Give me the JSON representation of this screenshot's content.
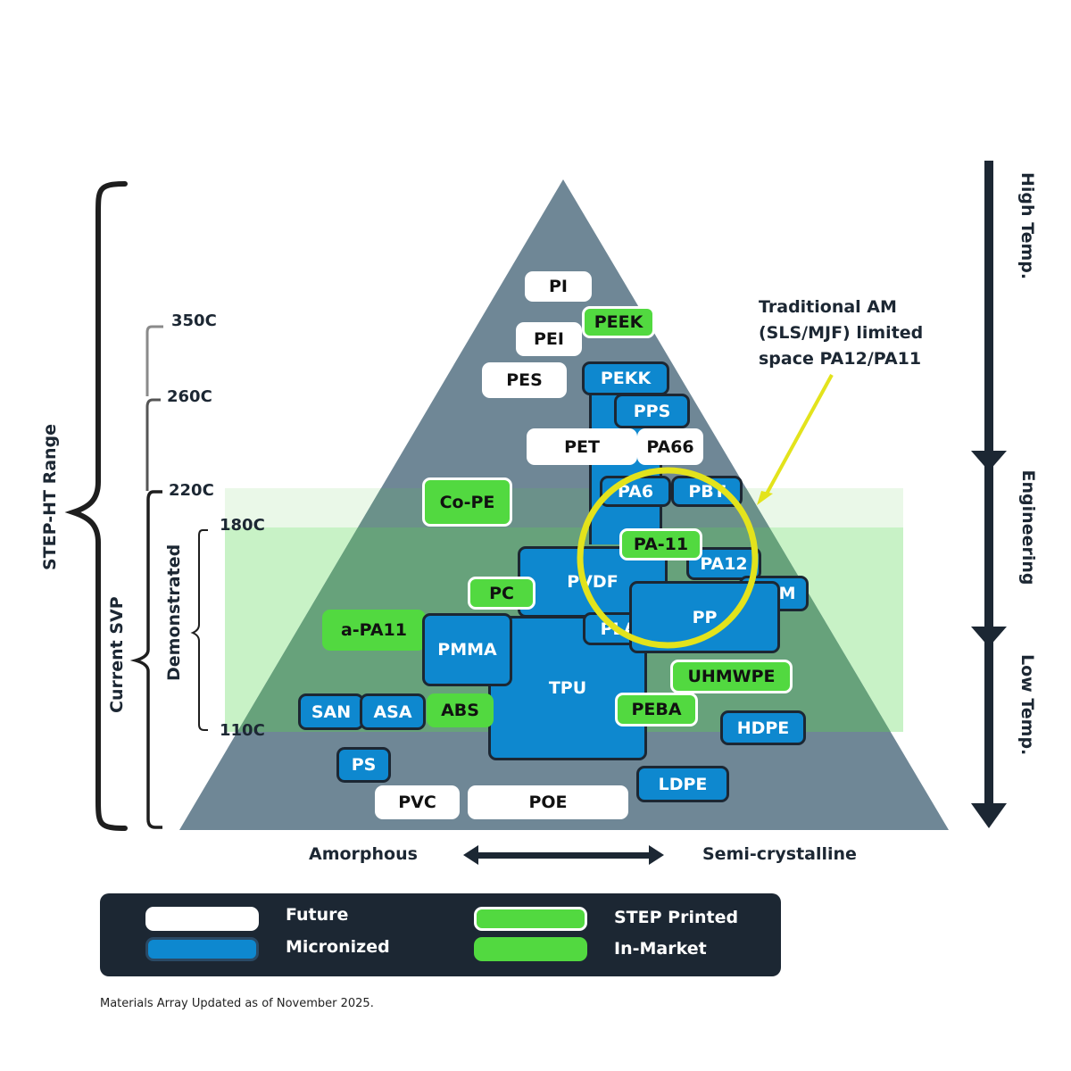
{
  "diagram": {
    "title": "Materials Array",
    "colors": {
      "pyramid": "#6f8796",
      "band_demonstrated": "#c8f2c6",
      "band_svp": "#eaf8e8",
      "future": "#ffffff",
      "micronized": "#0e88cf",
      "green": "#52d940",
      "outline_dark": "#1c2733",
      "highlight": "#e3e31c"
    },
    "temperature_marks": [
      "350C",
      "260C",
      "220C",
      "180C",
      "110C"
    ],
    "ranges": {
      "step_ht": "STEP-HT Range",
      "current_svp": "Current SVP",
      "demonstrated": "Demonstrated"
    },
    "right_axis": {
      "high": "High Temp.",
      "engineering": "Engineering",
      "low": "Low Temp."
    },
    "bottom_axis": {
      "left": "Amorphous",
      "right": "Semi-crystalline"
    },
    "annotation": {
      "line1": "Traditional AM",
      "line2": "(SLS/MJF) limited",
      "line3": "space PA12/PA11"
    },
    "materials": [
      {
        "name": "PI",
        "status": "future"
      },
      {
        "name": "PEEK",
        "status": "printed"
      },
      {
        "name": "PEI",
        "status": "future"
      },
      {
        "name": "PES",
        "status": "future"
      },
      {
        "name": "PEKK",
        "status": "micro"
      },
      {
        "name": "PPS",
        "status": "micro"
      },
      {
        "name": "PET",
        "status": "future"
      },
      {
        "name": "PA66",
        "status": "future"
      },
      {
        "name": "PA6",
        "status": "micro"
      },
      {
        "name": "PBT",
        "status": "micro"
      },
      {
        "name": "Co-PE",
        "status": "printed"
      },
      {
        "name": "PA-11",
        "status": "printed"
      },
      {
        "name": "PVDF",
        "status": "micro"
      },
      {
        "name": "PA12",
        "status": "micro"
      },
      {
        "name": "POM",
        "status": "micro"
      },
      {
        "name": "PC",
        "status": "printed"
      },
      {
        "name": "PP",
        "status": "micro"
      },
      {
        "name": "PLA",
        "status": "micro"
      },
      {
        "name": "a-PA11",
        "status": "market"
      },
      {
        "name": "PMMA",
        "status": "micro"
      },
      {
        "name": "TPU",
        "status": "micro"
      },
      {
        "name": "UHMWPE",
        "status": "printed"
      },
      {
        "name": "SAN",
        "status": "micro"
      },
      {
        "name": "ASA",
        "status": "micro"
      },
      {
        "name": "ABS",
        "status": "market"
      },
      {
        "name": "PEBA",
        "status": "printed"
      },
      {
        "name": "HDPE",
        "status": "micro"
      },
      {
        "name": "PS",
        "status": "micro"
      },
      {
        "name": "LDPE",
        "status": "micro"
      },
      {
        "name": "PVC",
        "status": "future"
      },
      {
        "name": "POE",
        "status": "future"
      }
    ]
  },
  "legend": {
    "future": "Future",
    "micronized": "Micronized",
    "step_printed": "STEP Printed",
    "in_market": "In-Market"
  },
  "footnote": "Materials Array Updated as of November 2025."
}
